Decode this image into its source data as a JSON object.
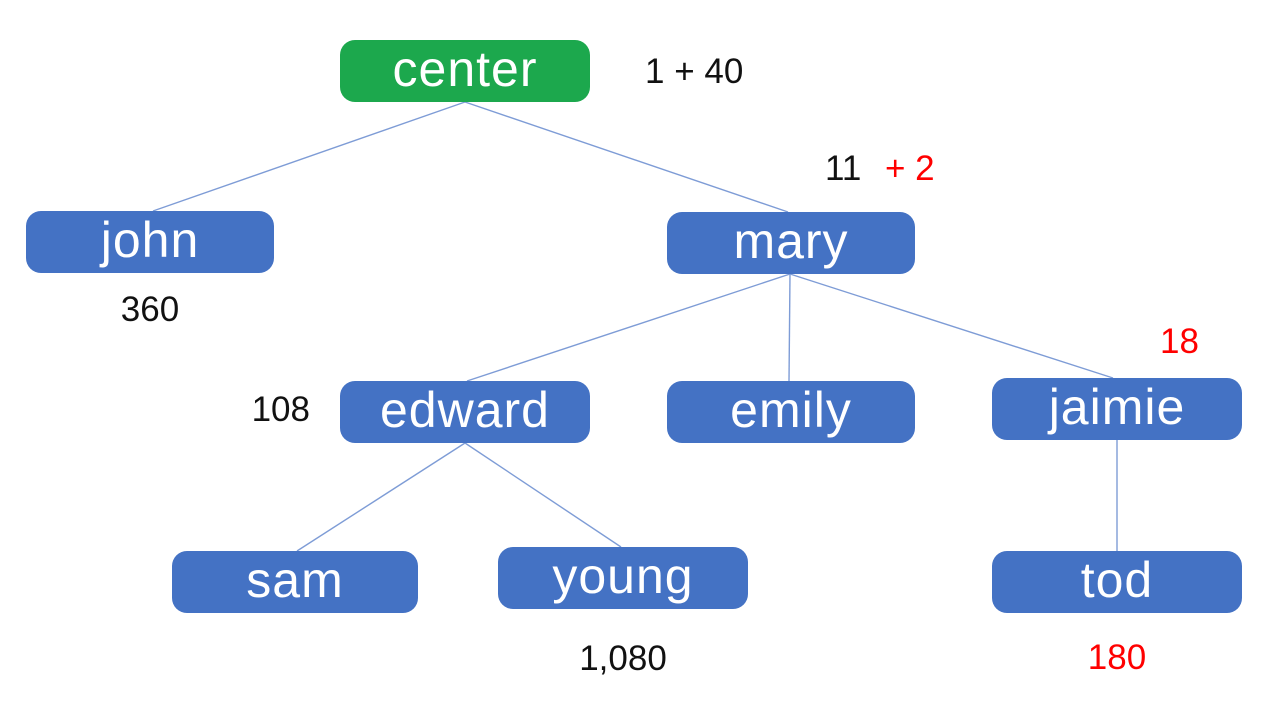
{
  "diagram": {
    "title": "family tree diagram",
    "colors": {
      "root_fill": "#1ca84d",
      "node_fill": "#4472c4",
      "node_text": "#ffffff",
      "edge": "#7e9cd6",
      "label_black": "#111111",
      "label_red": "#ff0000"
    },
    "nodes": {
      "center": {
        "label": "center"
      },
      "john": {
        "label": "john"
      },
      "mary": {
        "label": "mary"
      },
      "edward": {
        "label": "edward"
      },
      "emily": {
        "label": "emily"
      },
      "jaimie": {
        "label": "jaimie"
      },
      "sam": {
        "label": "sam"
      },
      "young": {
        "label": "young"
      },
      "tod": {
        "label": "tod"
      }
    },
    "annotations": {
      "center_value": "1 + 40",
      "john_value": "360",
      "mary_value_black": "11",
      "mary_value_red": "+ 2",
      "edward_value": "108",
      "jaimie_value_red": "18",
      "young_value": "1,080",
      "tod_value_red": "180"
    },
    "edges": [
      {
        "from": "center",
        "to": "john"
      },
      {
        "from": "center",
        "to": "mary"
      },
      {
        "from": "mary",
        "to": "edward"
      },
      {
        "from": "mary",
        "to": "emily"
      },
      {
        "from": "mary",
        "to": "jaimie"
      },
      {
        "from": "edward",
        "to": "sam"
      },
      {
        "from": "edward",
        "to": "young"
      },
      {
        "from": "jaimie",
        "to": "tod"
      }
    ]
  }
}
